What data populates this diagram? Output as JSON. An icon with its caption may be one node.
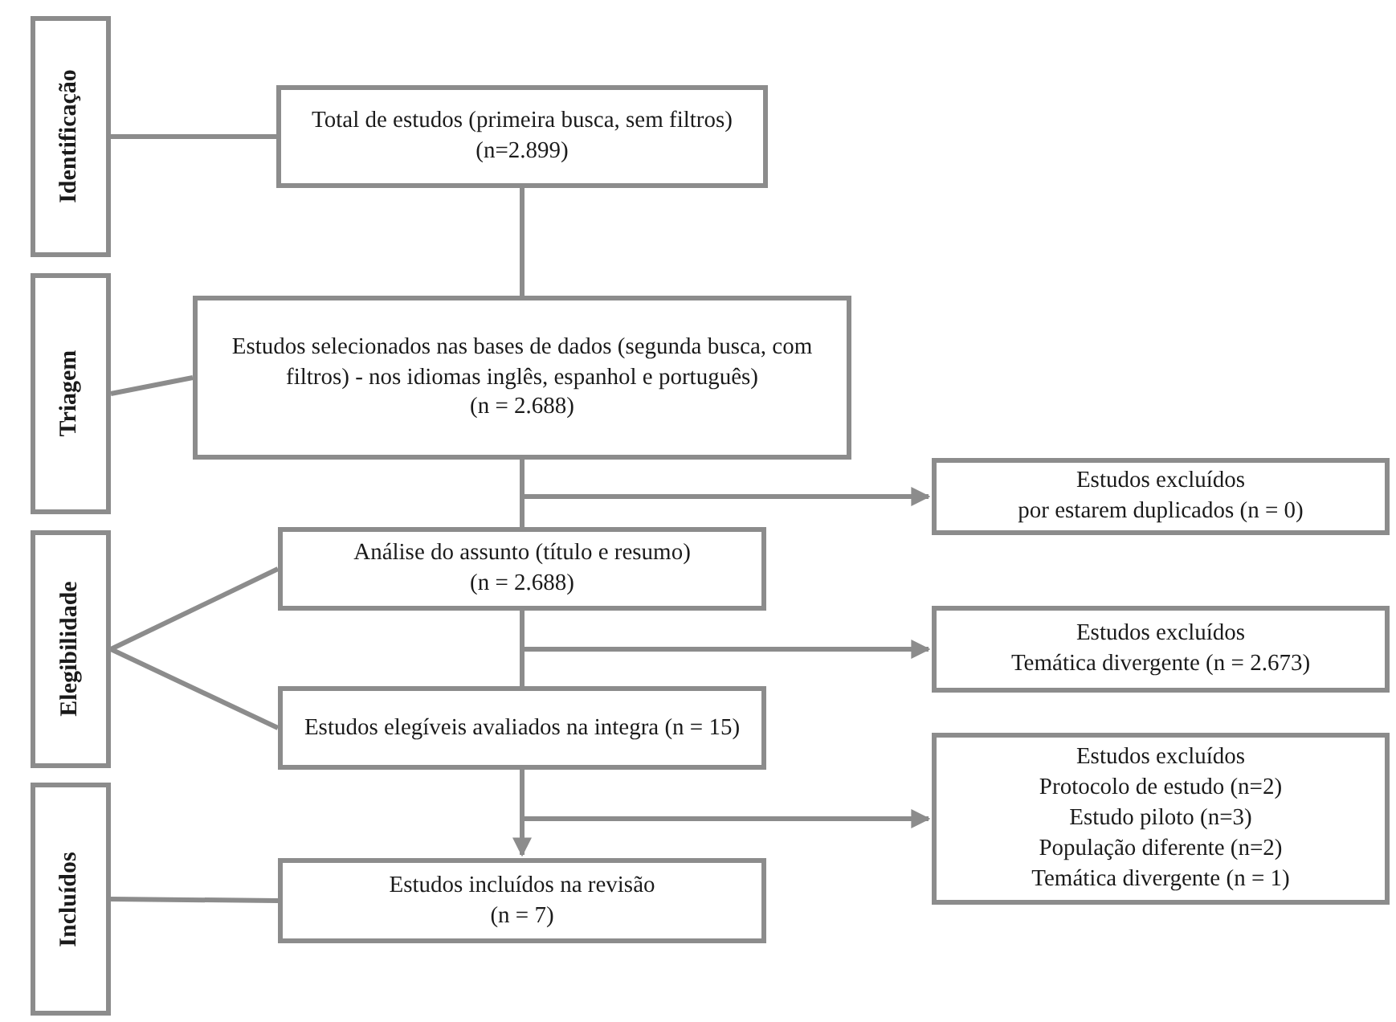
{
  "diagram": {
    "nodes": [
      {
        "text": [
          "Identificação"
        ]
      },
      {
        "text": [
          "Triagem"
        ]
      },
      {
        "text": [
          "Elegibilidade"
        ]
      },
      {
        "text": [
          "Incluídos"
        ]
      },
      {
        "text": [
          "Total de estudos (primeira busca, sem filtros)",
          "(n=2.899)"
        ]
      },
      {
        "text": [
          "Estudos selecionados nas bases de dados (segunda busca, com filtros) - nos idiomas inglês, espanhol e português)",
          "(n = 2.688)"
        ]
      },
      {
        "text": [
          "Análise do assunto (título e resumo)",
          "(n = 2.688)"
        ]
      },
      {
        "text": [
          "Estudos elegíveis avaliados na integra (n = 15)"
        ]
      },
      {
        "text": [
          "Estudos incluídos na revisão",
          "(n = 7)"
        ]
      },
      {
        "text": [
          "Estudos excluídos",
          "por estarem duplicados (n = 0)"
        ]
      },
      {
        "text": [
          "Estudos excluídos",
          "Temática divergente (n = 2.673)"
        ]
      },
      {
        "text": [
          "Estudos excluídos",
          "Protocolo de estudo (n=2)",
          "Estudo piloto (n=3)",
          "População diferente (n=2)",
          "Temática divergente (n = 1)"
        ]
      }
    ],
    "edges": [
      {
        "from": 0,
        "to": 4,
        "arrow": "none"
      },
      {
        "from": 1,
        "to": 5,
        "arrow": "none"
      },
      {
        "from": 2,
        "to": 6,
        "arrow": "none"
      },
      {
        "from": 2,
        "to": 7,
        "arrow": "none"
      },
      {
        "from": 3,
        "to": 8,
        "arrow": "none"
      },
      {
        "from": 4,
        "to": 5,
        "arrow": "none"
      },
      {
        "from": 5,
        "to": 6,
        "arrow": "none"
      },
      {
        "from": 6,
        "to": 7,
        "arrow": "none"
      },
      {
        "from": 7,
        "to": 8,
        "arrow": "to"
      },
      {
        "from": 5,
        "to": 9,
        "arrow": "to"
      },
      {
        "from": 6,
        "to": 10,
        "arrow": "to"
      },
      {
        "from": 7,
        "to": 11,
        "arrow": "to"
      }
    ]
  }
}
